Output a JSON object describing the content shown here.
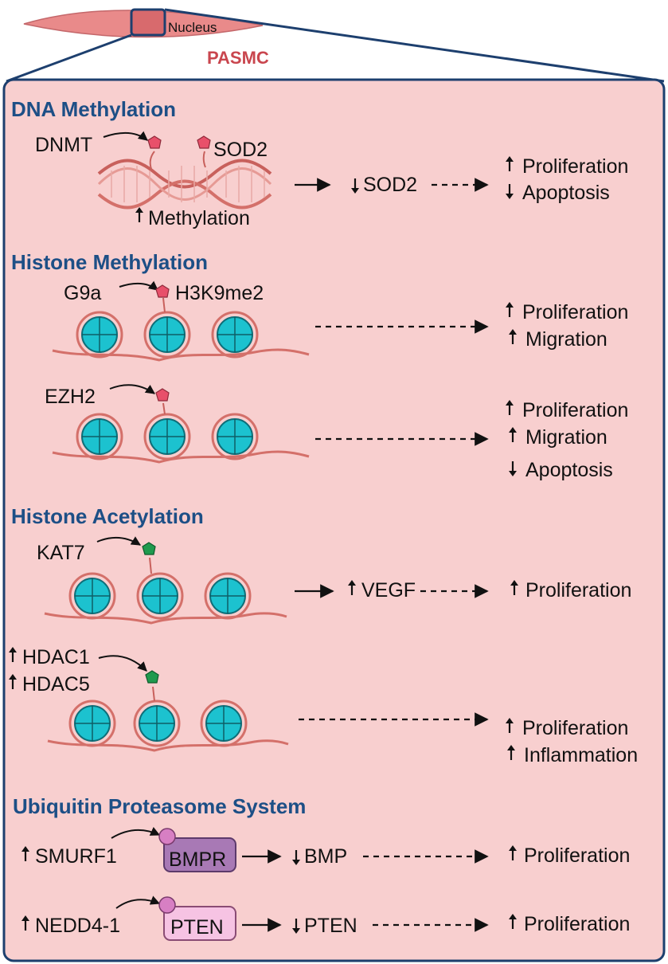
{
  "colors": {
    "panel": "#f8cfcf",
    "frame": "#1d3f6e",
    "heading": "#1d4f86",
    "nucleosome": "#1cc2cf",
    "dna": "#d4706a",
    "methyl_mark": "#e8506a",
    "acetyl_mark": "#1f9a4e",
    "ubiquitin": "#d77fc3",
    "bmpr": "#a879b5",
    "pten": "#f6c3e3"
  },
  "header": {
    "nucleus_label": "Nucleus",
    "cell_label": "PASMC"
  },
  "sections": {
    "dna_methylation": {
      "title": "DNA Methylation",
      "enzyme": "DNMT",
      "target": "SOD2",
      "effect": "Methylation",
      "intermediate": "SOD2",
      "outcomes": [
        "Proliferation",
        "Apoptosis"
      ]
    },
    "histone_methylation": {
      "title": "Histone Methylation",
      "row1": {
        "enzyme": "G9a",
        "mark": "H3K9me2",
        "outcomes": [
          "Proliferation",
          "Migration"
        ]
      },
      "row2": {
        "enzyme": "EZH2",
        "outcomes": [
          "Proliferation",
          "Migration",
          "Apoptosis"
        ]
      }
    },
    "histone_acetylation": {
      "title": "Histone Acetylation",
      "row1": {
        "enzyme": "KAT7",
        "intermediate": "VEGF",
        "outcomes": [
          "Proliferation"
        ]
      },
      "row2": {
        "enzymes": [
          "HDAC1",
          "HDAC5"
        ],
        "outcomes": [
          "Proliferation",
          "Inflammation"
        ]
      }
    },
    "ubiquitin": {
      "title": "Ubiquitin Proteasome System",
      "row1": {
        "enzyme": "SMURF1",
        "substrate": "BMPR",
        "intermediate": "BMP",
        "outcomes": [
          "Proliferation"
        ]
      },
      "row2": {
        "enzyme": "NEDD4-1",
        "substrate": "PTEN",
        "intermediate": "PTEN",
        "outcomes": [
          "Proliferation"
        ]
      }
    }
  }
}
